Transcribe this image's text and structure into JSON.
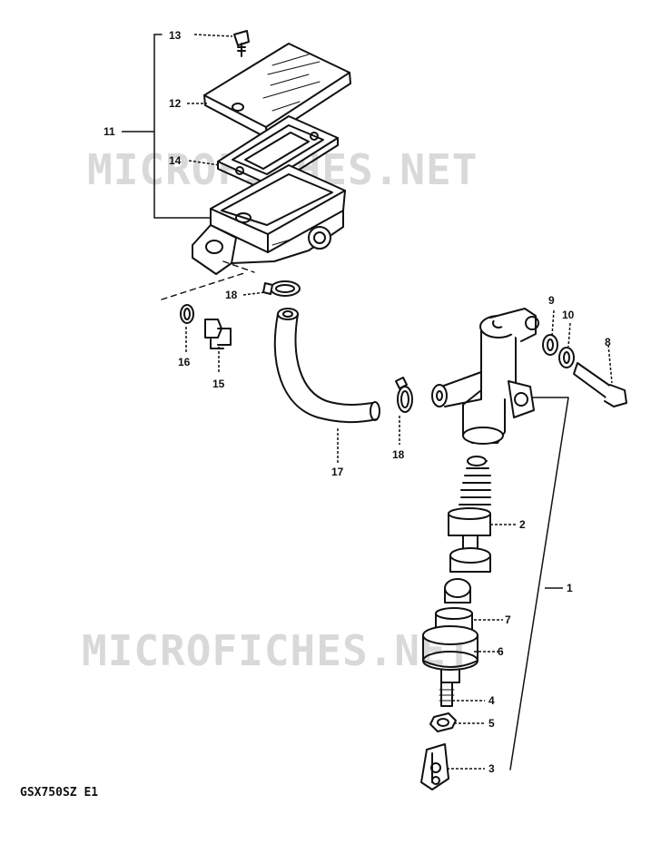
{
  "watermark": "MICROFICHES.NET",
  "model_code": "GSX750SZ E1",
  "callouts": [
    "1",
    "2",
    "3",
    "4",
    "5",
    "6",
    "7",
    "8",
    "9",
    "10",
    "11",
    "12",
    "13",
    "14",
    "15",
    "16",
    "17",
    "18",
    "18"
  ]
}
